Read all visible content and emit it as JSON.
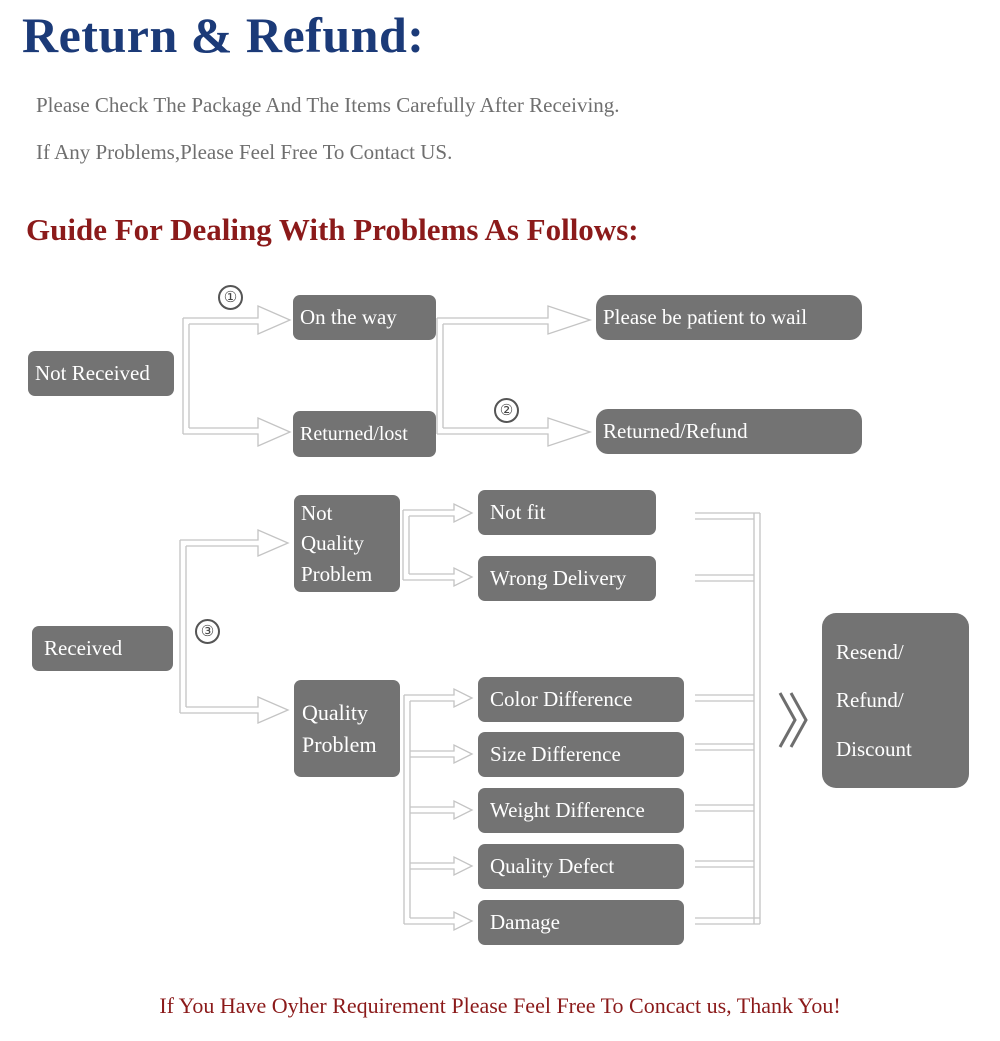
{
  "title": "Return & Refund:",
  "intro": [
    "Please Check The Package And The Items Carefully After Receiving.",
    "If Any Problems,Please Feel Free To Contact US."
  ],
  "guide_heading": "Guide For Dealing With Problems As Follows:",
  "footer": "If You Have Oyher Requirement Please Feel Free To Concact us, Thank You!",
  "colors": {
    "title": "#1b3a78",
    "accent": "#8b1a1a",
    "box": "#737373",
    "intro": "#6f6f6f"
  },
  "diagram": {
    "step_markers": [
      "①",
      "②",
      "③"
    ],
    "nodes": {
      "not_received": "Not Received",
      "on_the_way": "On the way",
      "returned_lost": "Returned/lost",
      "please_be_patient": "Please be patient to wail",
      "returned_refund": "Returned/Refund",
      "received": "Received",
      "not_quality_problem": [
        "Not",
        "Quality",
        "Problem"
      ],
      "quality_problem": [
        "Quality",
        "Problem"
      ],
      "not_fit": "Not fit",
      "wrong_delivery": "Wrong Delivery",
      "color_difference": "Color Difference",
      "size_difference": "Size Difference",
      "weight_difference": "Weight Difference",
      "quality_defect": "Quality Defect",
      "damage": "Damage",
      "resolution": [
        "Resend/",
        "Refund/",
        "Discount"
      ]
    },
    "arrow_icon": "double-chevron-right-icon"
  }
}
